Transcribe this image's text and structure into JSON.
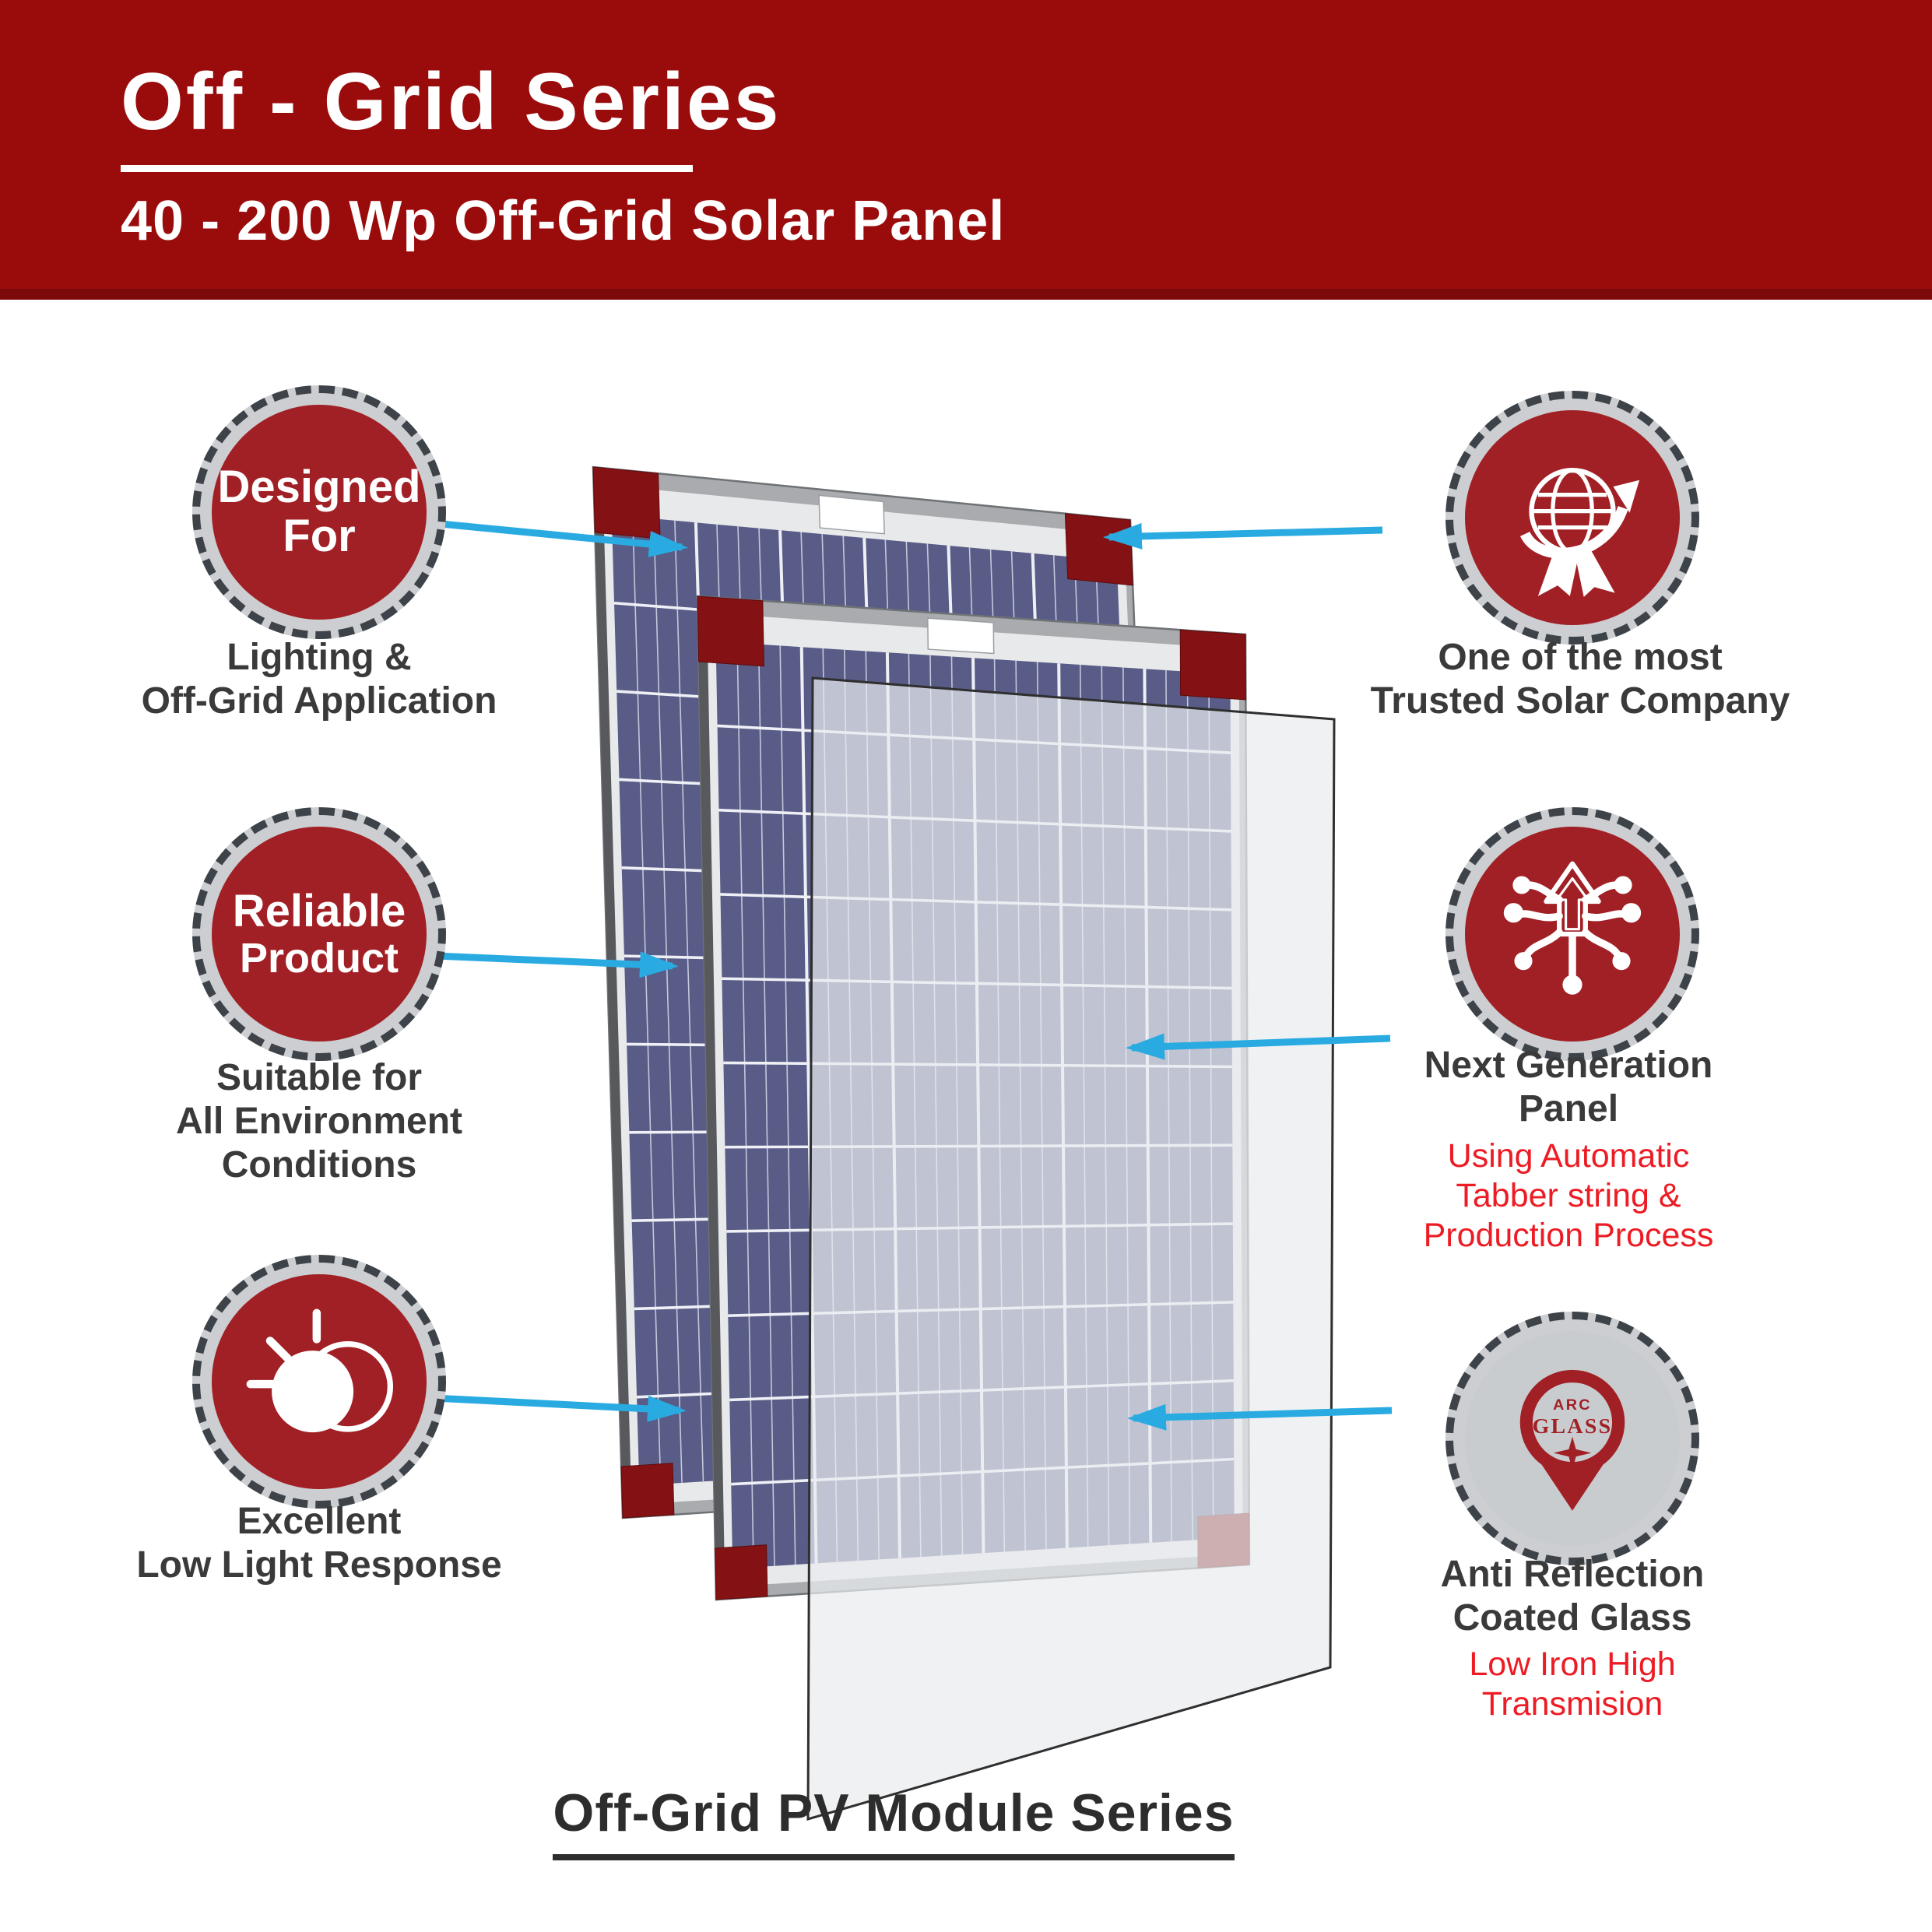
{
  "colors": {
    "banner_red": "#9a0b0c",
    "banner_shade": "#7c0a0b",
    "badge_red": "#a12025",
    "corner_cap_red": "#841114",
    "accent_blue": "#29abe2",
    "text_dark": "#3a3a3a",
    "text_red": "#ed1c24",
    "cell_blue": "#585c86",
    "grid_white": "#eef0f6",
    "frame_gray": "#a9abae",
    "glass_gray": "#e9ecee"
  },
  "header": {
    "title": "Off - Grid Series",
    "subtitle": "40 - 200 Wp Off-Grid Solar Panel"
  },
  "footer": {
    "title": "Off-Grid PV Module Series"
  },
  "features_left": [
    {
      "badge_lines": [
        "Designed",
        "For"
      ],
      "label_lines": [
        "Lighting &",
        "Off-Grid Application"
      ]
    },
    {
      "badge_lines": [
        "Reliable",
        "Product"
      ],
      "label_lines": [
        "Suitable for",
        "All Environment",
        "Conditions"
      ]
    },
    {
      "icon": "low-light-icon",
      "label_lines": [
        "Excellent",
        "Low Light Response"
      ]
    }
  ],
  "features_right": [
    {
      "icon": "trusted-globe-award-icon",
      "label_lines": [
        "One of the most",
        "Trusted Solar Company"
      ]
    },
    {
      "icon": "next-gen-circuit-arrow-icon",
      "label_lines": [
        "Next Generation",
        "Panel"
      ],
      "sub_lines": [
        "Using Automatic",
        "Tabber string &",
        "Production Process"
      ]
    },
    {
      "icon": "arc-glass-pin-icon",
      "badge_text": {
        "line1": "ARC",
        "line2": "GLASS"
      },
      "label_lines": [
        "Anti Reflection",
        "Coated Glass"
      ],
      "sub_lines": [
        "Low Iron High",
        "Transmision"
      ]
    }
  ],
  "illustration": {
    "panels": "two-offgrid-pv-modules",
    "glass_sheet": "anti-reflection-coated-glass-sheet"
  }
}
